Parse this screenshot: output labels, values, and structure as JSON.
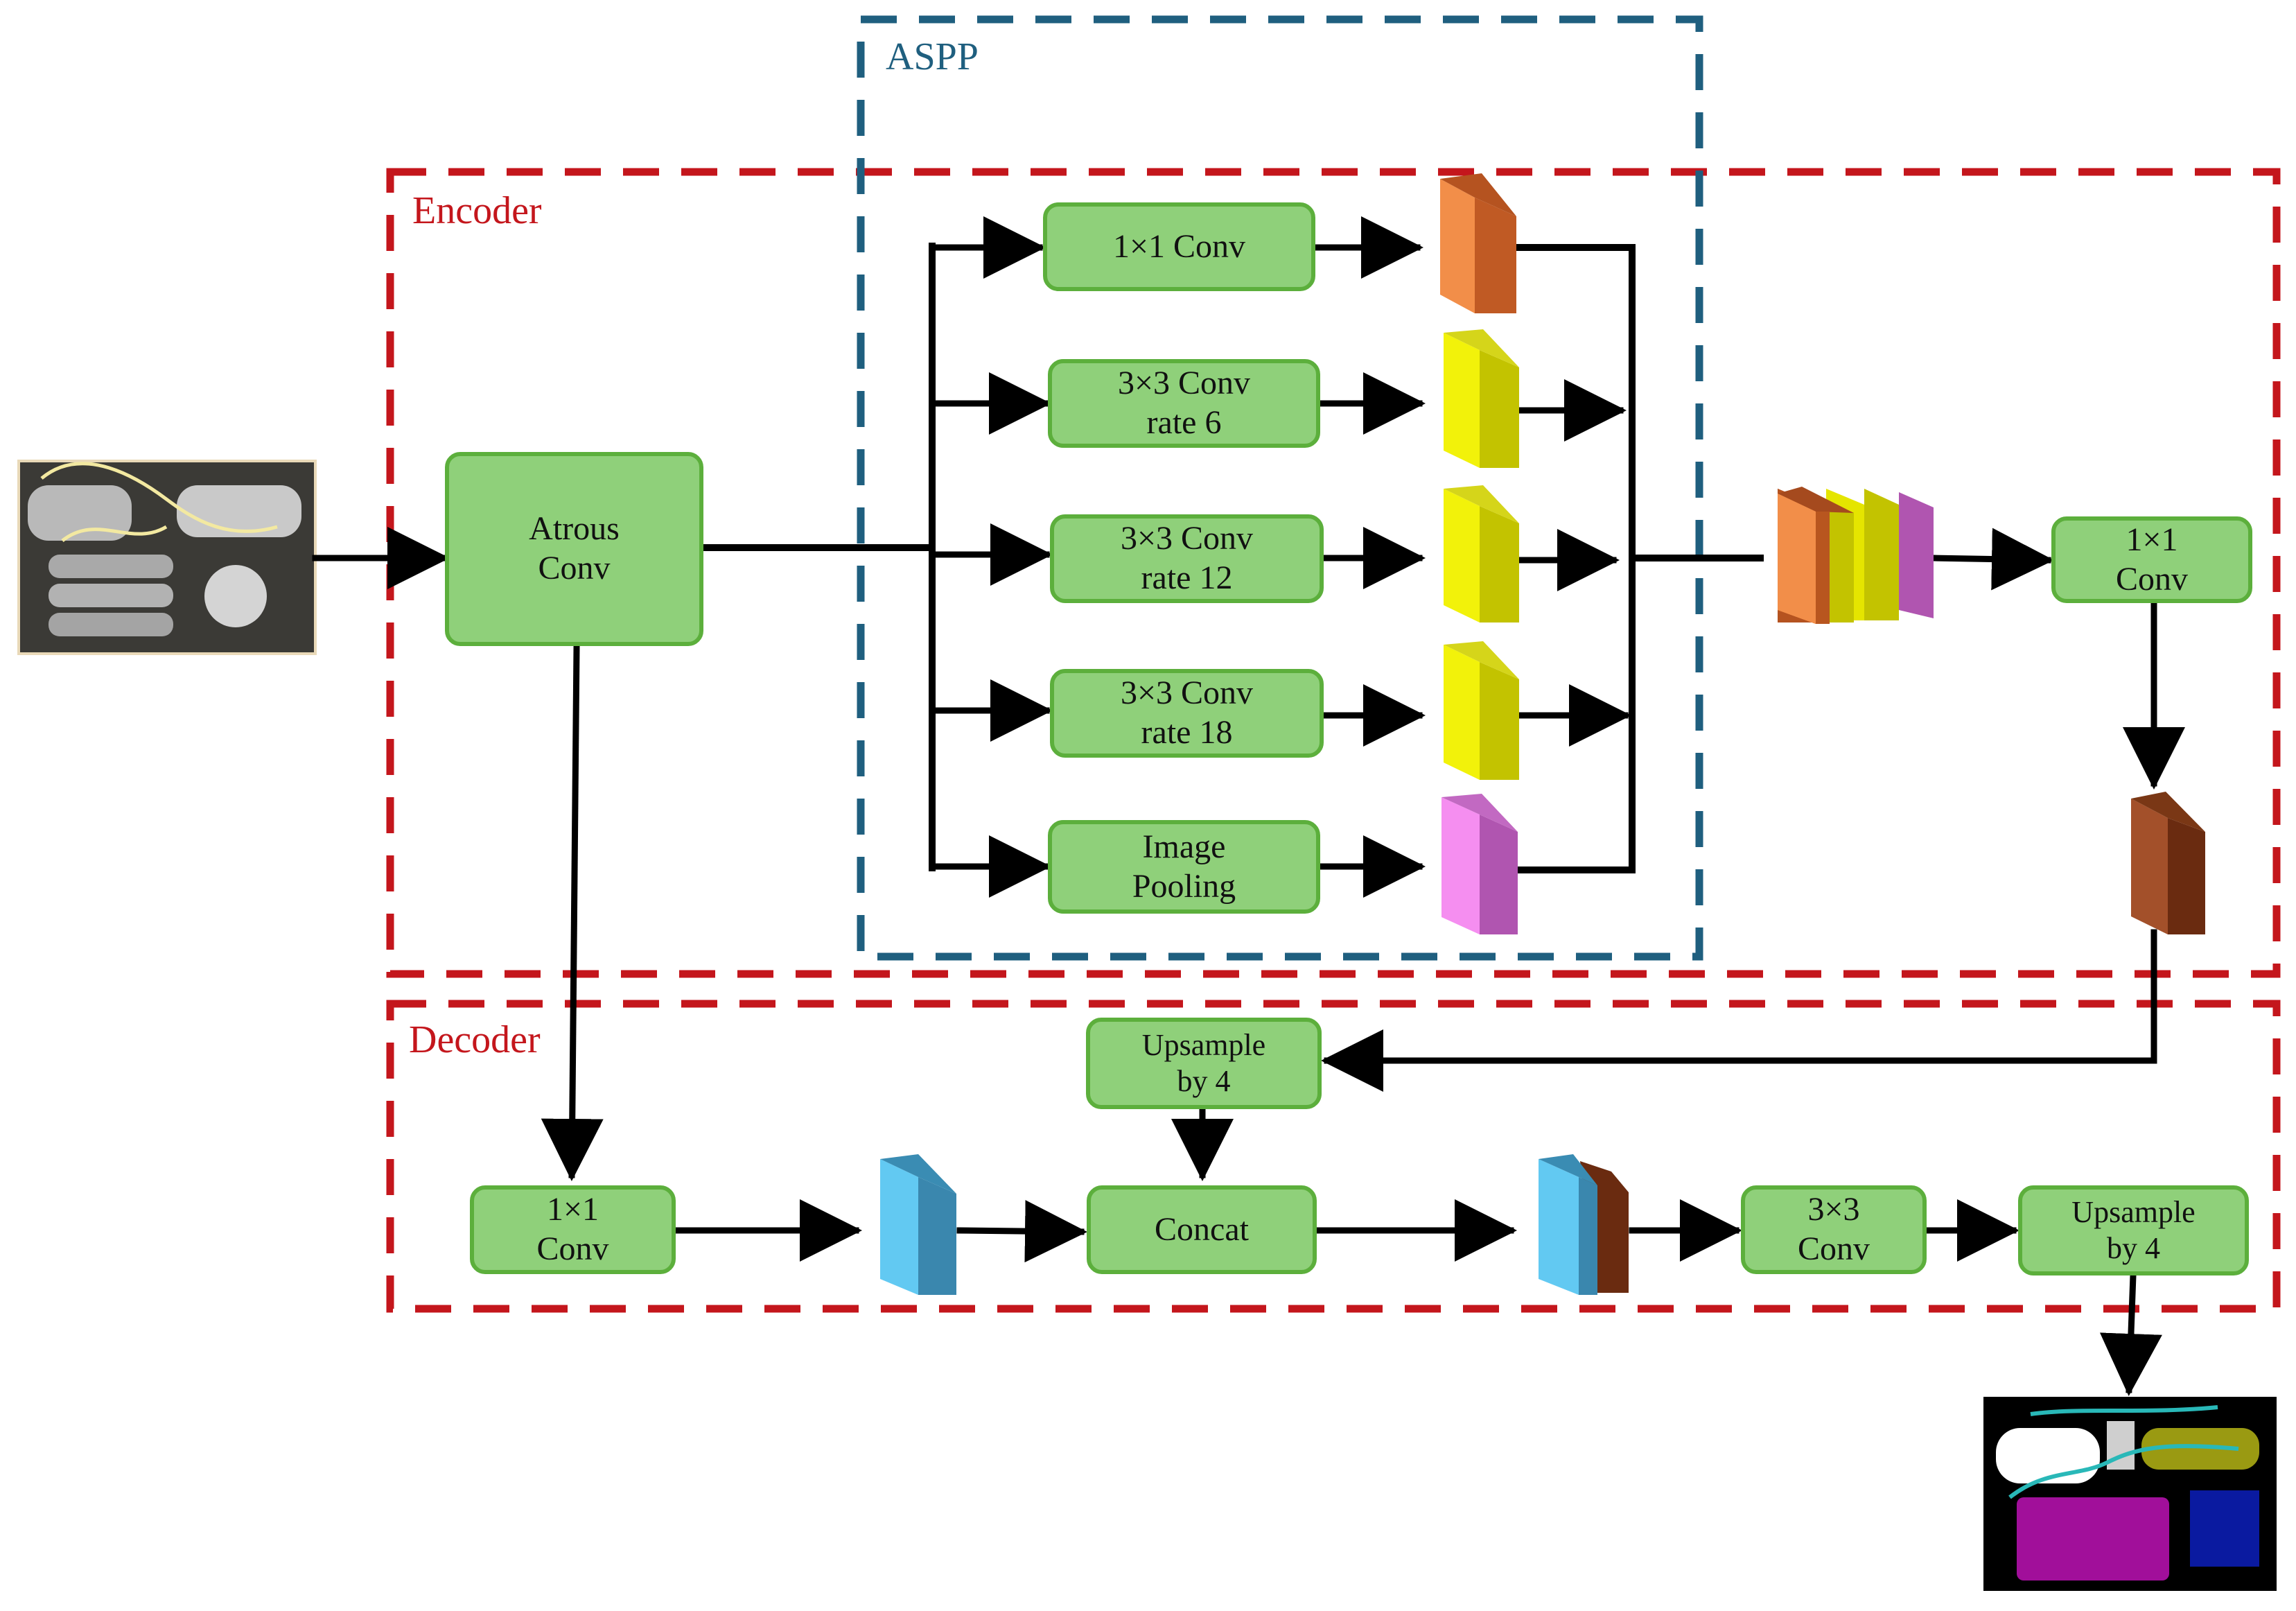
{
  "labels": {
    "aspp": "ASPP",
    "encoder": "Encoder",
    "decoder": "Decoder"
  },
  "blocks": {
    "atrous_conv": {
      "line1": "Atrous",
      "line2": "Conv"
    },
    "aspp_1x1": {
      "line1": "1×1 Conv"
    },
    "aspp_3x3_r6": {
      "line1": "3×3 Conv",
      "line2": "rate 6"
    },
    "aspp_3x3_r12": {
      "line1": "3×3 Conv",
      "line2": "rate 12"
    },
    "aspp_3x3_r18": {
      "line1": "3×3 Conv",
      "line2": "rate 18"
    },
    "image_pooling": {
      "line1": "Image",
      "line2": "Pooling"
    },
    "enc_1x1": {
      "line1": "1×1",
      "line2": "Conv"
    },
    "dec_1x1": {
      "line1": "1×1",
      "line2": "Conv"
    },
    "upsample_a": {
      "line1": "Upsample",
      "line2": "by 4"
    },
    "concat": {
      "line1": "Concat"
    },
    "dec_3x3": {
      "line1": "3×3",
      "line2": "Conv"
    },
    "upsample_b": {
      "line1": "Upsample",
      "line2": "by 4"
    }
  },
  "colors": {
    "aspp_border": "#1f5f7f",
    "encoder_border": "#c4161c",
    "decoder_border": "#c4161c",
    "block_fill": "#8fd07a",
    "block_border": "#5caf3c",
    "orange": "#f28e49",
    "yellow": "#f2f20a",
    "pink": "#f58ef0",
    "brown": "#9a4a22",
    "cyan": "#62c9f2"
  },
  "images": {
    "input": "input-photo",
    "output": "segmentation-mask"
  }
}
